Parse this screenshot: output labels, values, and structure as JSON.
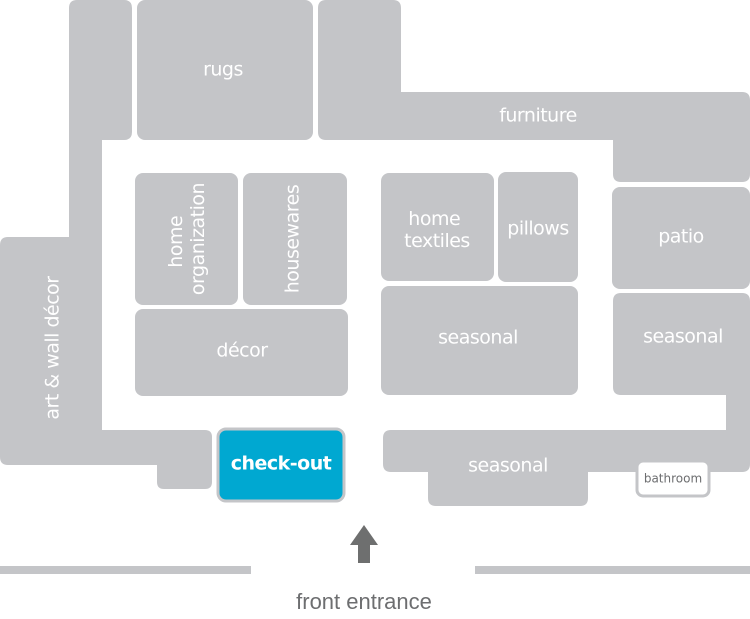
{
  "map": {
    "title": "Store floor plan",
    "colors": {
      "zone": "#c4c5c8",
      "checkout": "#00a8d1",
      "label": "#ffffff",
      "dark_text": "#6d6e70",
      "arrow": "#6e6f6f"
    },
    "departments": {
      "rugs": "rugs",
      "furniture": "furniture",
      "art_wall_decor": "art & wall décor",
      "home_organization_line1": "home",
      "home_organization_line2": "organization",
      "housewares": "housewares",
      "decor": "décor",
      "home_textiles_line1": "home",
      "home_textiles_line2": "textiles",
      "pillows": "pillows",
      "seasonal_center": "seasonal",
      "patio": "patio",
      "seasonal_right": "seasonal",
      "seasonal_bottom": "seasonal"
    },
    "checkout": "check-out",
    "bathroom": "bathroom",
    "entrance": {
      "label": "front entrance",
      "icon": "arrow-up-icon"
    }
  }
}
